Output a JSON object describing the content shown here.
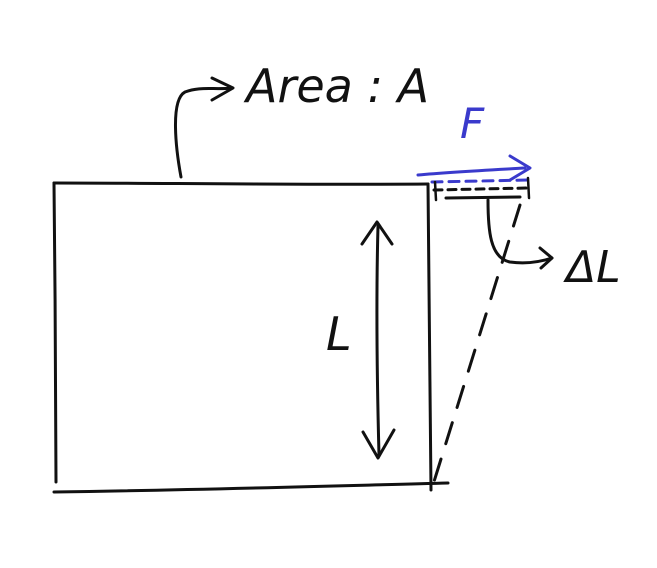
{
  "labels": {
    "area": "Area : A",
    "force": "F",
    "length": "L",
    "delta_length": "ΔL"
  },
  "colors": {
    "ink": "#111111",
    "force": "#3a3acc",
    "background": "#ffffff"
  }
}
